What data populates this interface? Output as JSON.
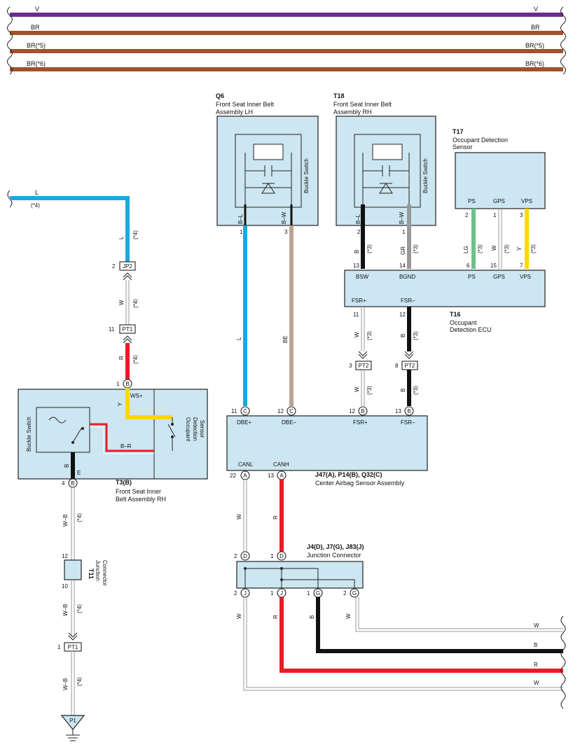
{
  "bus_wires": [
    {
      "label": "V",
      "color": "#6a2c8e"
    },
    {
      "label": "BR",
      "color": "#a0522d"
    },
    {
      "label": "BR(*5)",
      "color": "#a0522d"
    },
    {
      "label": "BR(*6)",
      "color": "#a0522d"
    }
  ],
  "q6": {
    "code": "Q6",
    "line1": "Front Seat Inner Belt",
    "line2": "Assembly LH",
    "switch": "Buckle Switch",
    "term1": "B–L",
    "term2": "B–W",
    "pin1": "1",
    "pin2": "3"
  },
  "t18": {
    "code": "T18",
    "line1": "Front Seat Inner Belt",
    "line2": "Assembly RH",
    "switch": "Buckle Switch",
    "term1": "B–L",
    "term2": "B–W",
    "pin1": "2",
    "pin2": "1"
  },
  "t17": {
    "code": "T17",
    "line1": "Occupant Detection",
    "line2": "Sensor",
    "t1": "PS",
    "t2": "GPS",
    "t3": "VPS",
    "p1": "2",
    "p2": "1",
    "p3": "3"
  },
  "t16": {
    "code": "T16",
    "line1": "Occupant",
    "line2": "Detection ECU",
    "bsw": "BSW",
    "bgnd": "BGND",
    "ps": "PS",
    "gps": "GPS",
    "vps": "VPS",
    "fsrp": "FSR+",
    "fsrm": "FSR–",
    "p13": "13",
    "p14": "14",
    "p6": "6",
    "p15": "15",
    "p7": "7",
    "p11": "11",
    "p12": "12"
  },
  "t3": {
    "code": "T3(B)",
    "line1": "Front Seat Inner",
    "line2": "Belt Assembly RH",
    "switch": "Buckle Switch",
    "sensor1": "Occupant",
    "sensor2": "Detection",
    "sensor3": "Sensor",
    "ws": "WS+",
    "br": "B–R",
    "e": "E",
    "pin_top": "1",
    "pin_bot": "4",
    "pin_top_letter": "B",
    "pin_bot_letter": "B"
  },
  "airbag": {
    "line1": "J47(A), P14(B), Q32(C)",
    "line2": "Center Airbag Sensor Assembly",
    "dbep": "DBE+",
    "dbem": "DBE–",
    "fsrp": "FSR+",
    "fsrm": "FSR–",
    "canl": "CANL",
    "canh": "CANH",
    "p11": "11",
    "p12": "12",
    "p12b": "12",
    "p13": "13",
    "p22": "22",
    "p13b": "13",
    "lc": "C",
    "la": "A",
    "lb": "B"
  },
  "jc": {
    "line1": "J4(D), J7(G), J83(J)",
    "line2": "Junction Connector",
    "p2": "2",
    "p1": "1",
    "pD": "D",
    "pJ": "J",
    "pG": "G"
  },
  "t11": {
    "code": "T11",
    "line1": "Junction",
    "line2": "Connector",
    "p12": "12",
    "p10": "10"
  },
  "conn": {
    "jp2": "JP2",
    "pt1": "PT1",
    "pt2": "PT2",
    "p1": "P1",
    "n2": "2",
    "n11": "11",
    "n1": "1",
    "n3": "3",
    "n8": "8"
  },
  "wires": {
    "L": "L",
    "W": "W",
    "R": "R",
    "Y": "Y",
    "B": "B",
    "BE": "BE",
    "GR": "GR",
    "LG": "LG",
    "WB": "W–B",
    "s4": "(*4)",
    "s3": "(*3)"
  },
  "colors": {
    "blue": "#1ca7e0",
    "red": "#e41e26",
    "yellow": "#ffd700",
    "green": "#6fc08a",
    "tan": "#b9a58f",
    "gray": "#999999",
    "black": "#111111",
    "box": "#cce6f2"
  }
}
